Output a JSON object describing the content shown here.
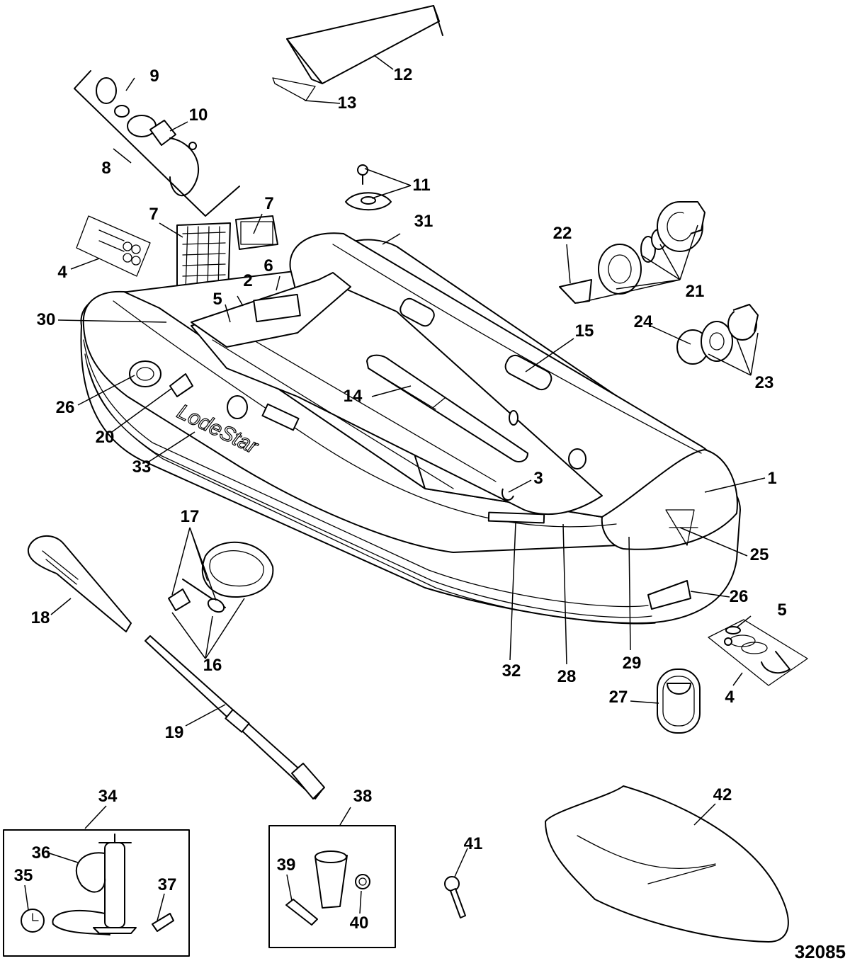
{
  "figure_number": "32085",
  "brand_mark": "LodeStar",
  "callouts": [
    "1",
    "2",
    "3",
    "4",
    "4",
    "5",
    "5",
    "6",
    "7",
    "7",
    "8",
    "9",
    "10",
    "11",
    "12",
    "13",
    "14",
    "15",
    "16",
    "17",
    "18",
    "19",
    "20",
    "21",
    "22",
    "23",
    "24",
    "25",
    "26",
    "26",
    "27",
    "28",
    "29",
    "30",
    "31",
    "32",
    "33",
    "34",
    "35",
    "36",
    "37",
    "38",
    "39",
    "40",
    "41",
    "42"
  ]
}
